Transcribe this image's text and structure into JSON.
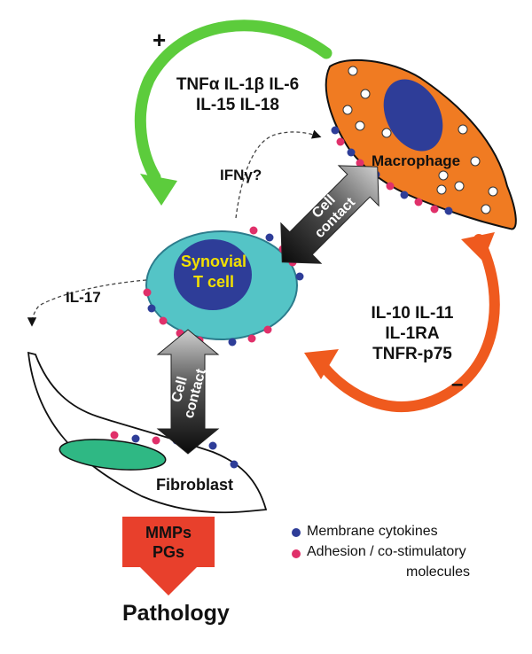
{
  "signs": {
    "plus": "+",
    "minus": "–"
  },
  "cytokines_top": {
    "line1": "TNFα IL-1β IL-6",
    "line2": "IL-15  IL-18"
  },
  "ifn": "IFNγ?",
  "il17": "IL-17",
  "inhibitors": {
    "line1": "IL-10 IL-11",
    "line2": "IL-1RA",
    "line3": "TNFR-p75"
  },
  "cells": {
    "macrophage": "Macrophage",
    "tcell_line1": "Synovial",
    "tcell_line2": "T cell",
    "fibroblast": "Fibroblast"
  },
  "cell_contact": {
    "line1": "Cell",
    "line2": "contact"
  },
  "output": {
    "line1": "MMPs",
    "line2": "PGs",
    "result": "Pathology"
  },
  "legend": {
    "membrane": "Membrane cytokines",
    "adhesion_line1": "Adhesion / co-stimulatory",
    "adhesion_line2": "molecules"
  },
  "colors": {
    "green_arrow": "#5ccc3c",
    "orange_arrow": "#ef5a1e",
    "macrophage": "#f07b22",
    "nucleus": "#2e3d98",
    "tcell": "#54c4c6",
    "tcell_label": "#f2e000",
    "fibroblast_nucleus": "#2fb884",
    "output_box": "#e8402c",
    "membrane_dot": "#2e3d98",
    "adhesion_dot": "#e0306a"
  }
}
